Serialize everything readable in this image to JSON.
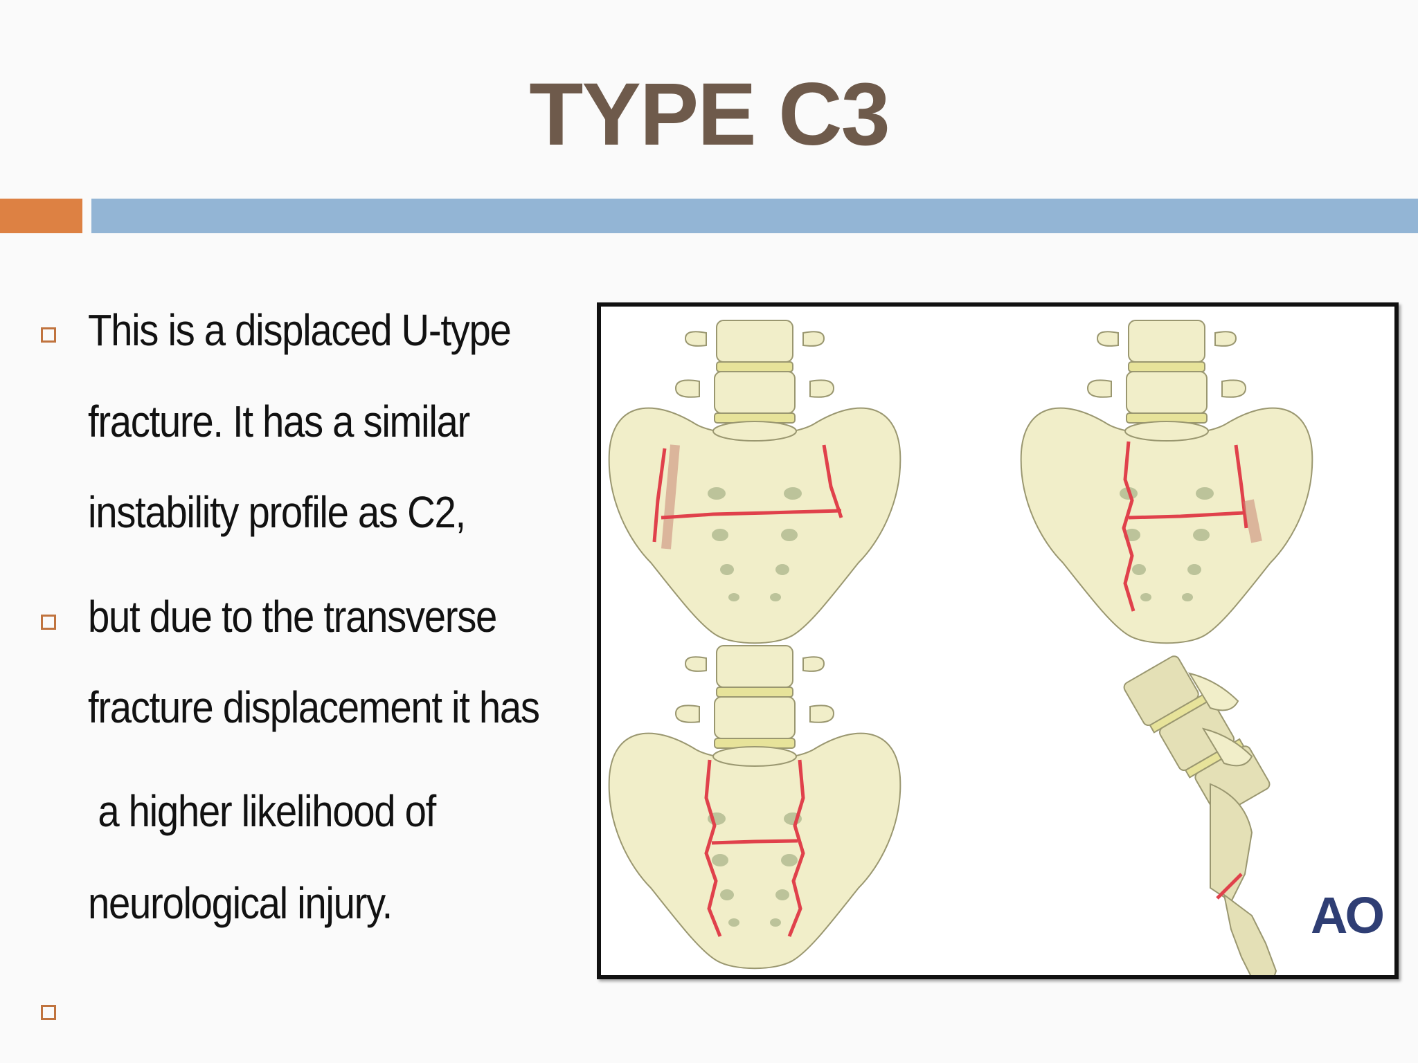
{
  "slide": {
    "title": "TYPE C3",
    "bullets": [
      {
        "lines": [
          "This is a displaced U-type",
          "fracture. It has a similar",
          "instability profile as C2,"
        ]
      },
      {
        "lines": [
          "but due to the transverse",
          "fracture displacement it has",
          " a higher likelihood of",
          "neurological injury."
        ]
      },
      {
        "lines": []
      }
    ]
  },
  "figure": {
    "logo_text": "AO",
    "views": [
      "sacrum-anterior-view-1",
      "sacrum-anterior-view-2",
      "sacrum-anterior-view-3",
      "sacrum-lateral-view"
    ]
  },
  "colors": {
    "title": "#6e5a4b",
    "accent_orange": "#dd8143",
    "accent_blue": "#93b5d5",
    "bone": "#f1eec9",
    "fracture_line": "#e0414b",
    "logo": "#2f3e74"
  }
}
